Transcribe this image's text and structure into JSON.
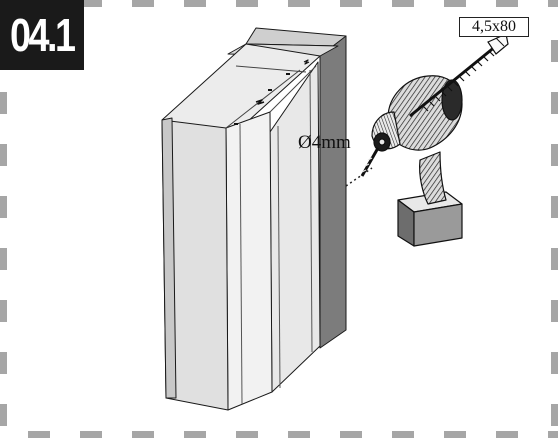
{
  "step": {
    "number": "04.1"
  },
  "labels": {
    "screw_size": "4,5x80",
    "drill_bit": "Ø4mm"
  },
  "colors": {
    "frame_dash": "#a6a6a6",
    "badge_bg": "#1a1a1a",
    "panel_light": "#e3e3e3",
    "panel_mid": "#d2d2d2",
    "panel_dark": "#7c7c7c",
    "drill_body": "#2a2a2a",
    "battery": "#6d6d6d"
  },
  "icons": {
    "drill": "cordless-drill-icon",
    "screw": "screw-icon",
    "cabinet": "cabinet-panels-diagram"
  }
}
